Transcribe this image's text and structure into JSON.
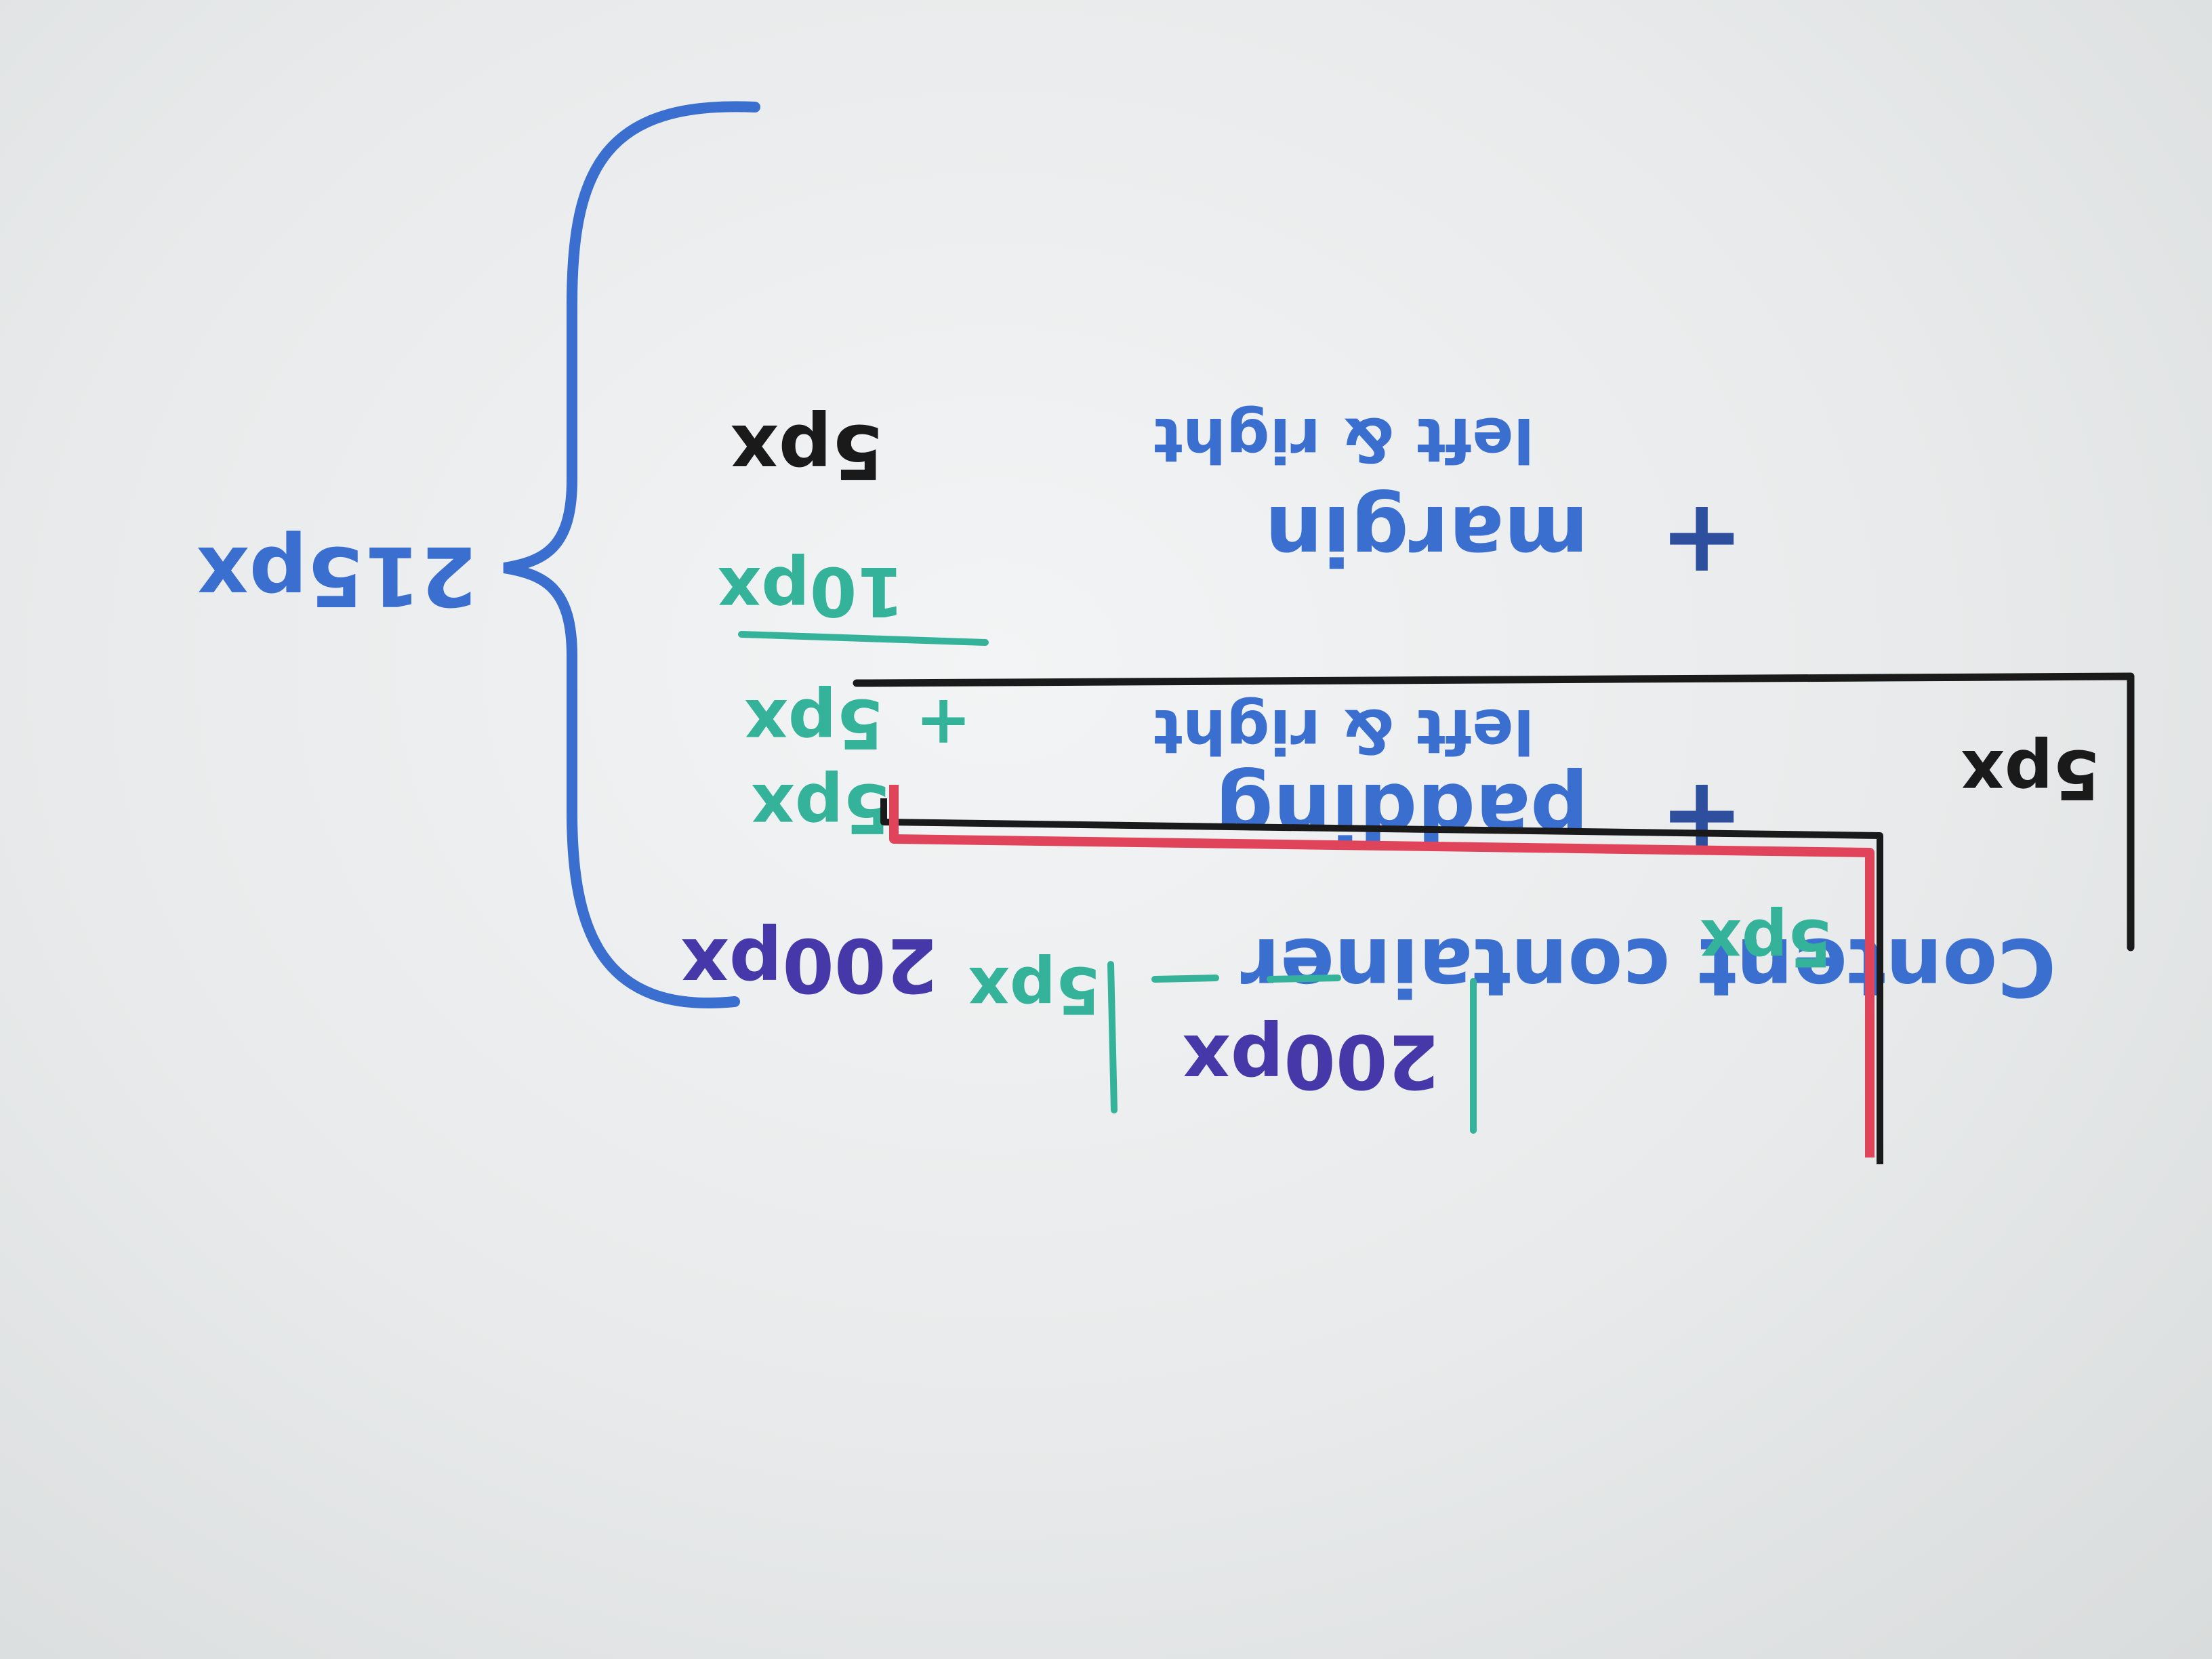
{
  "colors": {
    "board": "#eceeef",
    "blue_marker": "#3a6fcf",
    "teal_marker": "#35b39a",
    "purple_marker": "#4638a8",
    "black_marker": "#1a1a1a",
    "red_marker": "#e0445a"
  },
  "equation": {
    "total": "215px",
    "line1_label": "Content container",
    "line1_value": "200px",
    "line2_op": "+",
    "line2_label": "padding",
    "line2_sub": "left & right",
    "line2_value_a": "5px",
    "line2_plus": "+",
    "line2_value_b": "5px",
    "line2_sum": "10px",
    "line3_op": "+",
    "line3_label": "margin",
    "line3_sub": "left & right",
    "line3_value": "5px"
  },
  "diagram": {
    "margin_label": "5px",
    "padding_left_label": "5px",
    "padding_right_label": "5px",
    "content_label": "200px"
  }
}
